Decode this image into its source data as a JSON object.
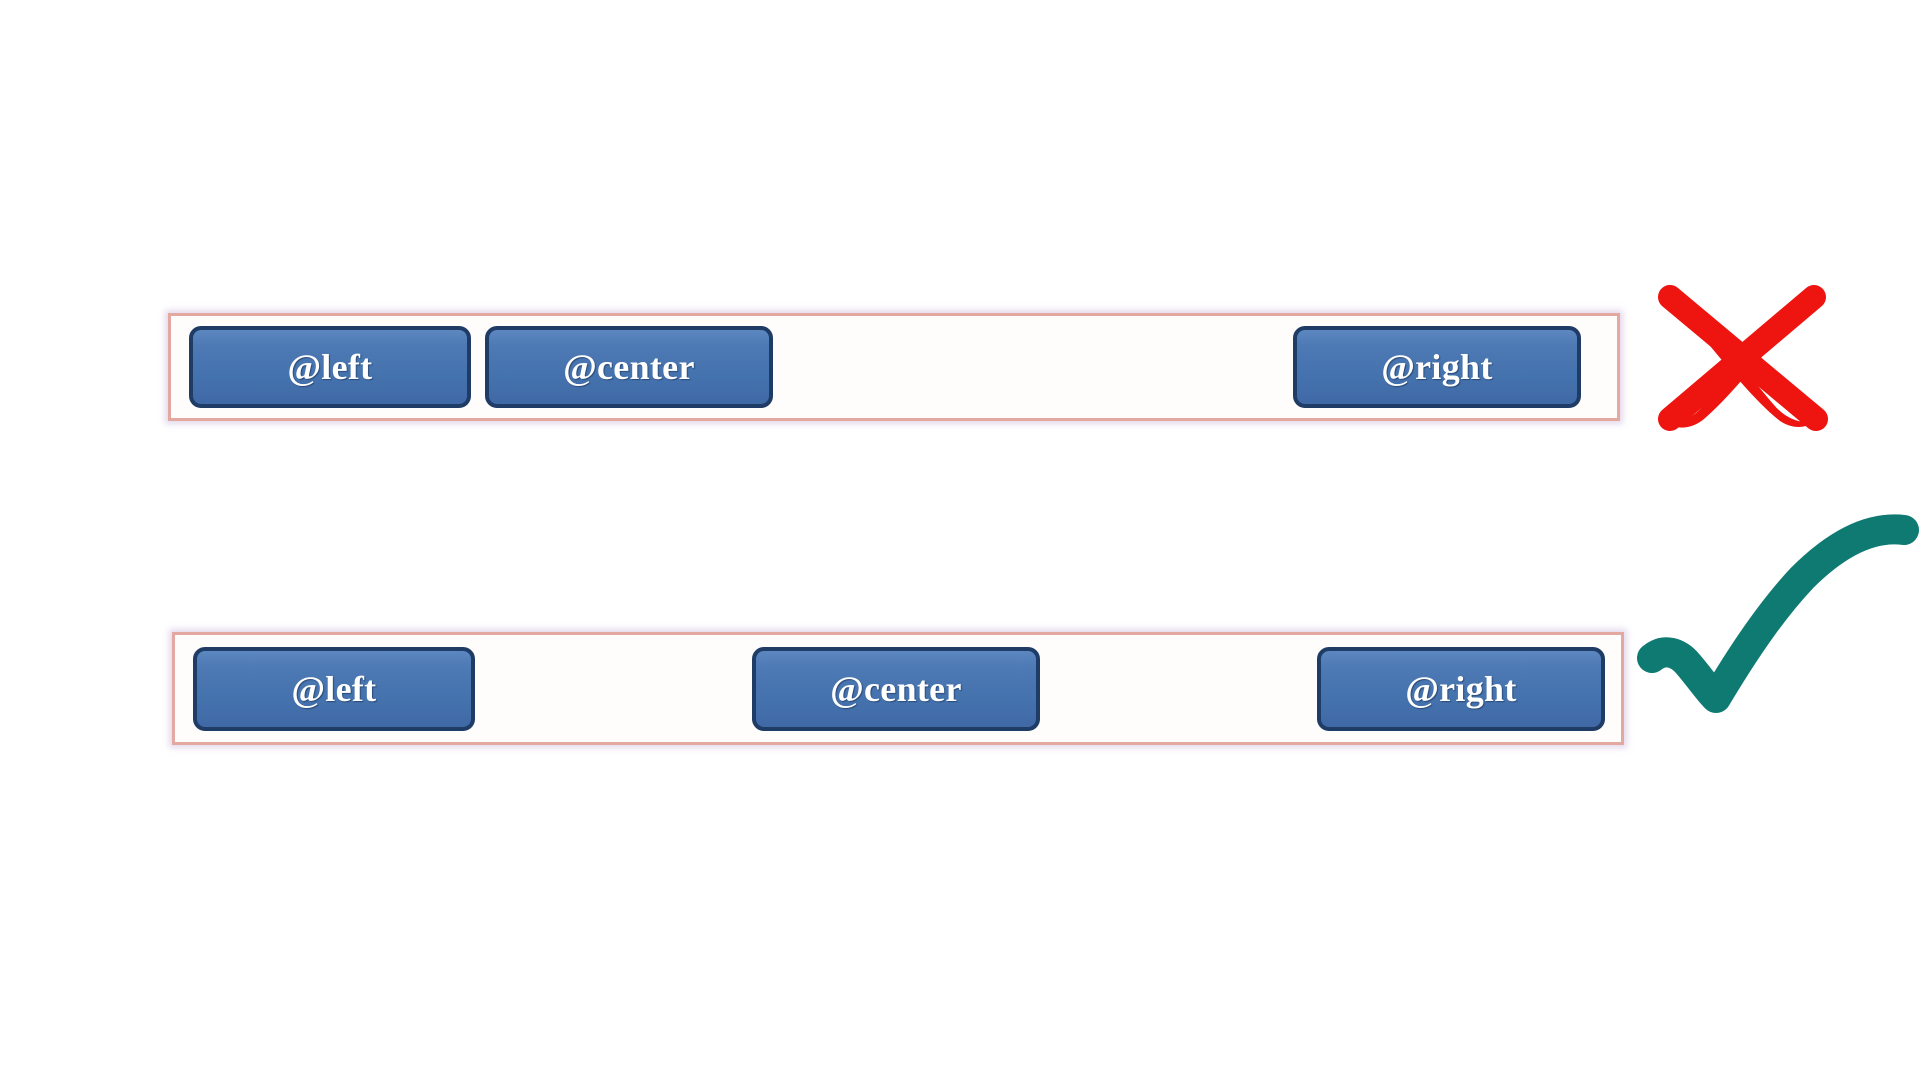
{
  "page": {
    "background_color": "#ffffff",
    "description": "Comparison of two toolbar layouts showing button alignment, one marked wrong and one marked correct"
  },
  "style": {
    "button_fill": "#4472ad",
    "button_fill_top": "#5c87c0",
    "button_border": "#1f3c66",
    "button_text_color": "#ffffff",
    "toolbar_border": "#e3a9a0",
    "toolbar_background": "#fffdfc",
    "toolbar_glow": "#c4aad6",
    "cross_color": "#ee1410",
    "check_color": "#0e7a72"
  },
  "rows": [
    {
      "id": "row-bad",
      "verdict": "incorrect",
      "verdict_icon": "cross-icon",
      "alignment": "buttons-bunched-left",
      "buttons": [
        {
          "label": "@left",
          "name": "left"
        },
        {
          "label": "@center",
          "name": "center"
        },
        {
          "label": "@right",
          "name": "right"
        }
      ]
    },
    {
      "id": "row-good",
      "verdict": "correct",
      "verdict_icon": "check-icon",
      "alignment": "buttons-evenly-distributed",
      "buttons": [
        {
          "label": "@left",
          "name": "left"
        },
        {
          "label": "@center",
          "name": "center"
        },
        {
          "label": "@right",
          "name": "right"
        }
      ]
    }
  ]
}
